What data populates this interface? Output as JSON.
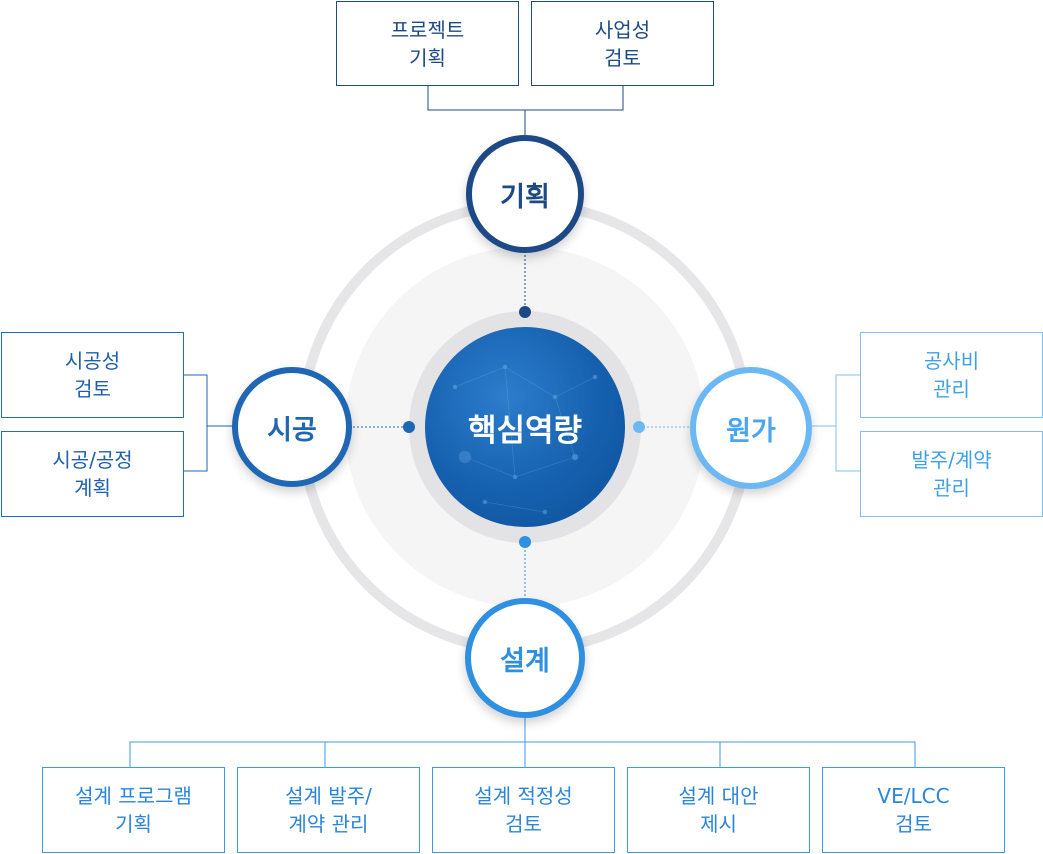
{
  "center": {
    "label": "핵심역량"
  },
  "nodes": {
    "top": {
      "label": "기획",
      "color": "#1d4a86"
    },
    "left": {
      "label": "시공",
      "color": "#1f66b4"
    },
    "right": {
      "label": "원가",
      "color": "#6bb8f5"
    },
    "bottom": {
      "label": "설계",
      "color": "#2f8fe0"
    }
  },
  "groups": {
    "planning": {
      "items": [
        {
          "line1": "프로젝트",
          "line2": "기획"
        },
        {
          "line1": "사업성",
          "line2": "검토"
        }
      ]
    },
    "construction": {
      "items": [
        {
          "line1": "시공성",
          "line2": "검토"
        },
        {
          "line1": "시공/공정",
          "line2": "계획"
        }
      ]
    },
    "cost": {
      "items": [
        {
          "line1": "공사비",
          "line2": "관리"
        },
        {
          "line1": "발주/계약",
          "line2": "관리"
        }
      ]
    },
    "design": {
      "items": [
        {
          "line1": "설계 프로그램",
          "line2": "기획"
        },
        {
          "line1": "설계 발주/",
          "line2": "계약 관리"
        },
        {
          "line1": "설계 적정성",
          "line2": "검토"
        },
        {
          "line1": "설계 대안",
          "line2": "제시"
        },
        {
          "line1": "VE/LCC",
          "line2": "검토"
        }
      ]
    }
  }
}
